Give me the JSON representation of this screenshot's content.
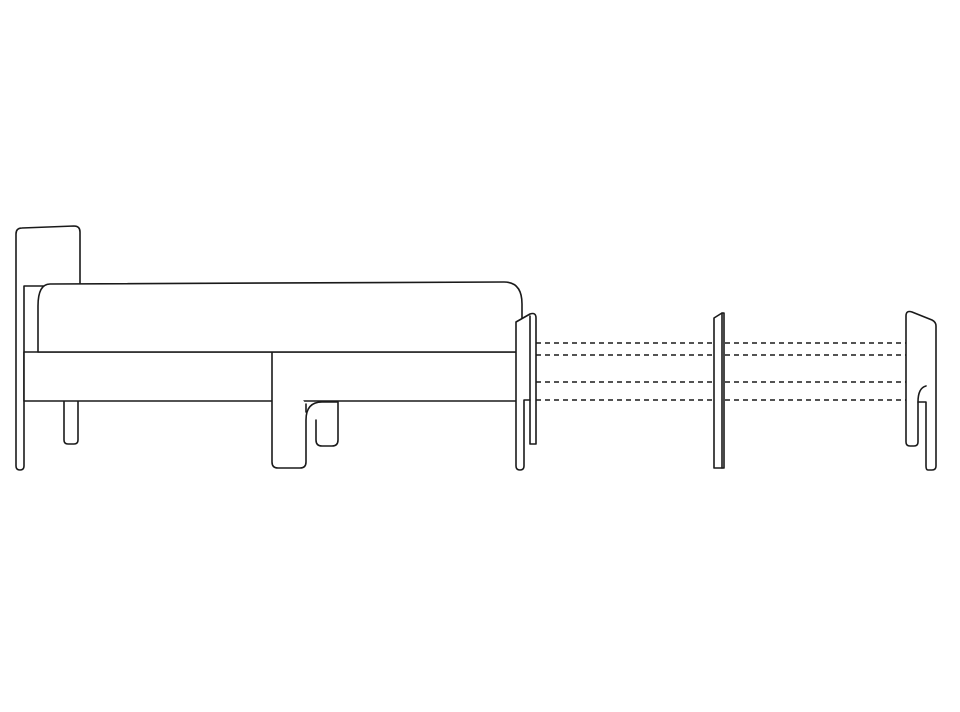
{
  "diagram": {
    "type": "extendable-bed-assembly-drawing",
    "line_color": "#1a1a1a",
    "background_color": "#ffffff",
    "parts": [
      "headboard",
      "mattress",
      "bed-frame",
      "head-leg",
      "sliding-extension-leg",
      "footboard",
      "spacer-panel",
      "extension-footboard",
      "extension-guide-rails"
    ]
  }
}
